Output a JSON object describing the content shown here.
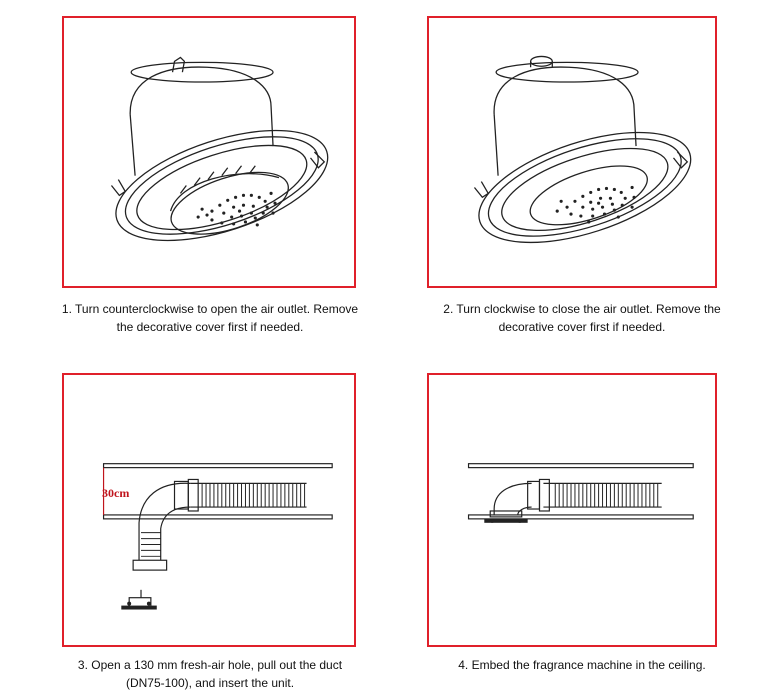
{
  "steps": [
    {
      "line1": "1. Turn counterclockwise to open the air outlet. Remove",
      "line2": "the decorative cover first if needed."
    },
    {
      "line1": "2. Turn clockwise to close the air outlet. Remove the",
      "line2": "decorative cover first if needed."
    },
    {
      "line1": "3. Open a 130 mm fresh-air hole, pull out the duct",
      "line2": "(DN75-100), and insert the unit.",
      "dimension_label": "30cm"
    },
    {
      "line1": "4. Embed the fragrance machine in the ceiling.",
      "line2": ""
    }
  ],
  "colors": {
    "frame": "#e0202a",
    "line": "#222222",
    "dimension": "#c0141c"
  }
}
